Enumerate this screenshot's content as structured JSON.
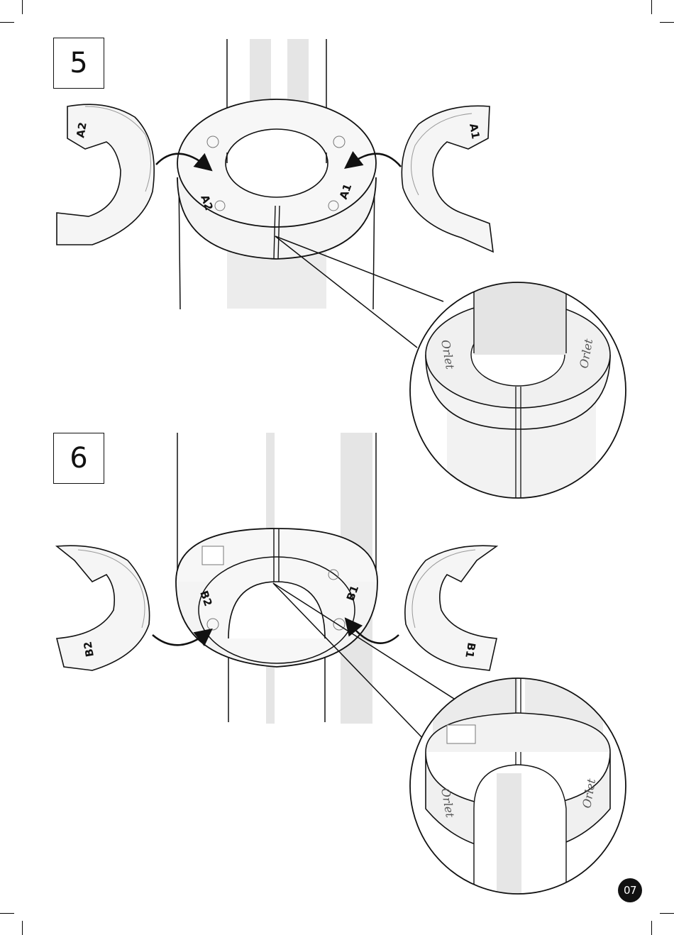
{
  "steps": [
    {
      "number": "5",
      "parts": {
        "left_piece": "A2",
        "right_piece": "A1",
        "ring_left": "A2",
        "ring_right": "A1"
      },
      "detail_brand_left": "Orlet",
      "detail_brand_right": "Orlet"
    },
    {
      "number": "6",
      "parts": {
        "left_piece": "B2",
        "right_piece": "B1",
        "ring_left": "B2",
        "ring_right": "B1"
      },
      "detail_brand_left": "Orlet",
      "detail_brand_right": "Orlet"
    }
  ],
  "page_number": "07"
}
